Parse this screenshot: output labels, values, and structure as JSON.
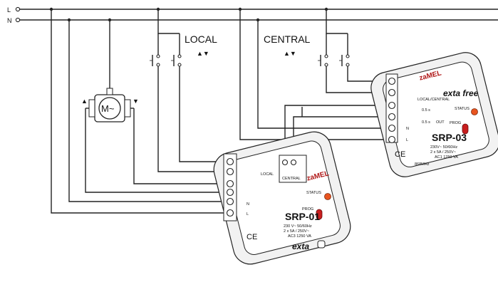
{
  "mains": {
    "line_label": "L",
    "neutral_label": "N"
  },
  "buttons_groups": {
    "local_label": "LOCAL",
    "central_label": "CENTRAL",
    "arrows": "▲▼"
  },
  "motor": {
    "label": "M~",
    "up_arrow": "▲",
    "down_arrow": "▼"
  },
  "device_srp01": {
    "brand": "zaMEL",
    "status_label": "STATUS",
    "prog_label": "PROG",
    "model": "SRP-01",
    "spec_voltage": "230 V~ 50/60Hz",
    "spec_load": "2 x 5A / 250V~",
    "spec_ac3": "AC3 1250 VA",
    "term_local": "LOCAL",
    "term_central": "CENTRAL",
    "logo": "exta",
    "ce_mark": "CE",
    "terminal_L": "L",
    "terminal_N": "N"
  },
  "device_srp03": {
    "brand": "zaMEL",
    "logo": "exta free",
    "status_label": "STATUS",
    "prog_label": "PROG",
    "model": "SRP-03",
    "spec_voltage": "230V~ 50/60Hz",
    "spec_load": "2 x 5A / 250V~",
    "spec_ac1": "AC1 1250 VA",
    "freq": "868MHz",
    "term_local_central": "LOCAL/CENTRAL",
    "term_pulse1": "0.5 s",
    "term_pulse2": "0.5 s",
    "term_out": "OUT",
    "ce_mark": "CE",
    "terminal_L": "L",
    "terminal_N": "N"
  }
}
